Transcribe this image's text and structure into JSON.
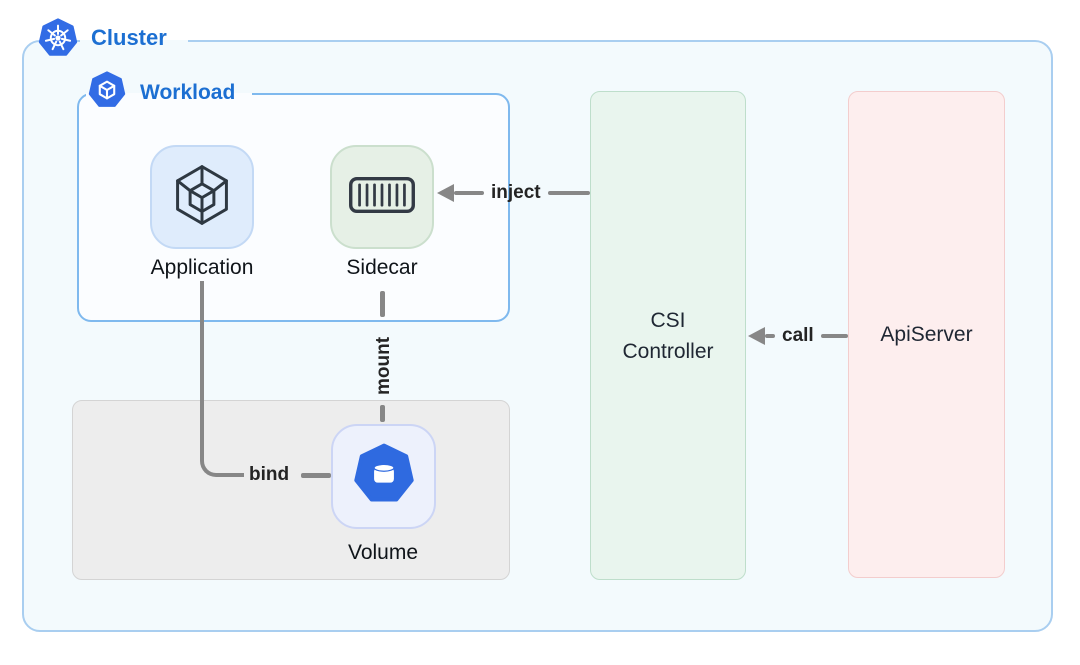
{
  "cluster": {
    "label": "Cluster"
  },
  "workload": {
    "label": "Workload"
  },
  "nodes": {
    "application": {
      "label": "Application"
    },
    "sidecar": {
      "label": "Sidecar"
    },
    "volume": {
      "label": "Volume"
    },
    "csi_controller": {
      "line1": "CSI",
      "line2": "Controller"
    },
    "apiserver": {
      "label": "ApiServer"
    }
  },
  "edges": {
    "inject": {
      "label": "inject",
      "from": "CSI Controller",
      "to": "Sidecar"
    },
    "call": {
      "label": "call",
      "from": "ApiServer",
      "to": "CSI Controller"
    },
    "bind": {
      "label": "bind",
      "from": "Application",
      "to": "Volume"
    },
    "mount": {
      "label": "mount",
      "from": "Sidecar",
      "to": "Volume"
    }
  },
  "icons": {
    "cluster": "kubernetes-helm-icon",
    "workload": "cube-heptagon-icon",
    "application": "nested-cube-icon",
    "sidecar": "container-barcode-icon",
    "volume": "cylinder-heptagon-icon"
  },
  "colors": {
    "kubernetes_blue": "#326ce5",
    "frame_label_blue": "#1c6fd2",
    "cluster_border": "#a9cef0",
    "workload_border": "#7fb9ee",
    "cluster_bg": "#f3fafd",
    "app_tile_bg": "#dfecfc",
    "sidecar_tile_bg": "#e6f0e6",
    "volume_tile_bg": "#edf1fc",
    "csi_bg": "#e9f5ee",
    "apiserver_bg": "#fdeeee",
    "gray_box_bg": "#ededed",
    "edge_gray": "#878787",
    "node_text": "#0f1419"
  }
}
